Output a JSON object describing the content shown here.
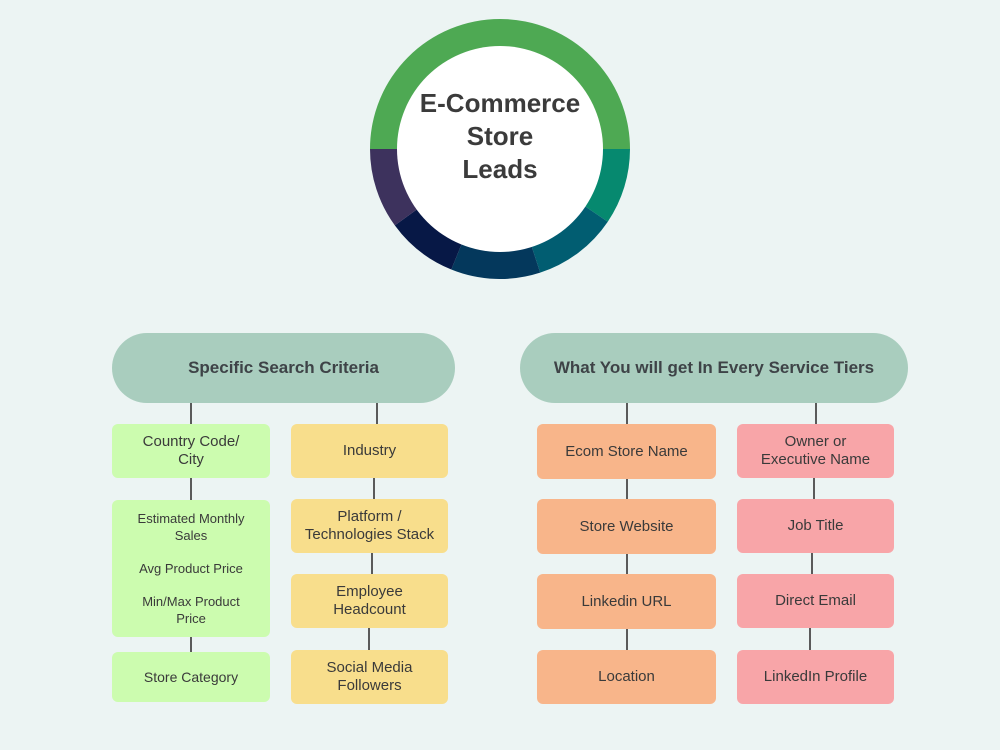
{
  "title": {
    "lines": [
      "E-Commerce",
      "Store",
      "Leads"
    ]
  },
  "colors": {
    "background": "#ecf4f3",
    "header_fill": "#a9cdbe",
    "ring": [
      "#4ea953",
      "#06896f",
      "#015d71",
      "#04385c",
      "#071846",
      "#3d325d"
    ],
    "green": "#ccfcaf",
    "yellow": "#f8de8c",
    "orange": "#f8b58a",
    "pink": "#f8a5a8"
  },
  "left_group": {
    "header": "Specific Search Criteria",
    "column_a": {
      "country": [
        "Country Code/",
        "City"
      ],
      "sales_group": [
        "Estimated Monthly",
        "Sales",
        "Avg Product Price",
        "Min/Max Product",
        "Price"
      ],
      "category": "Store Category"
    },
    "column_b": {
      "industry": "Industry",
      "platform": [
        "Platform /",
        "Technologies Stack"
      ],
      "employee": [
        "Employee",
        "Headcount"
      ],
      "social": [
        "Social Media",
        "Followers"
      ]
    }
  },
  "right_group": {
    "header": "What You will get In Every Service Tiers",
    "column_a": [
      "Ecom Store Name",
      "Store Website",
      "Linkedin URL",
      "Location"
    ],
    "column_b": {
      "owner": [
        "Owner or",
        "Executive Name"
      ],
      "job": "Job Title",
      "email": "Direct Email",
      "linkedin": "LinkedIn Profile"
    }
  }
}
